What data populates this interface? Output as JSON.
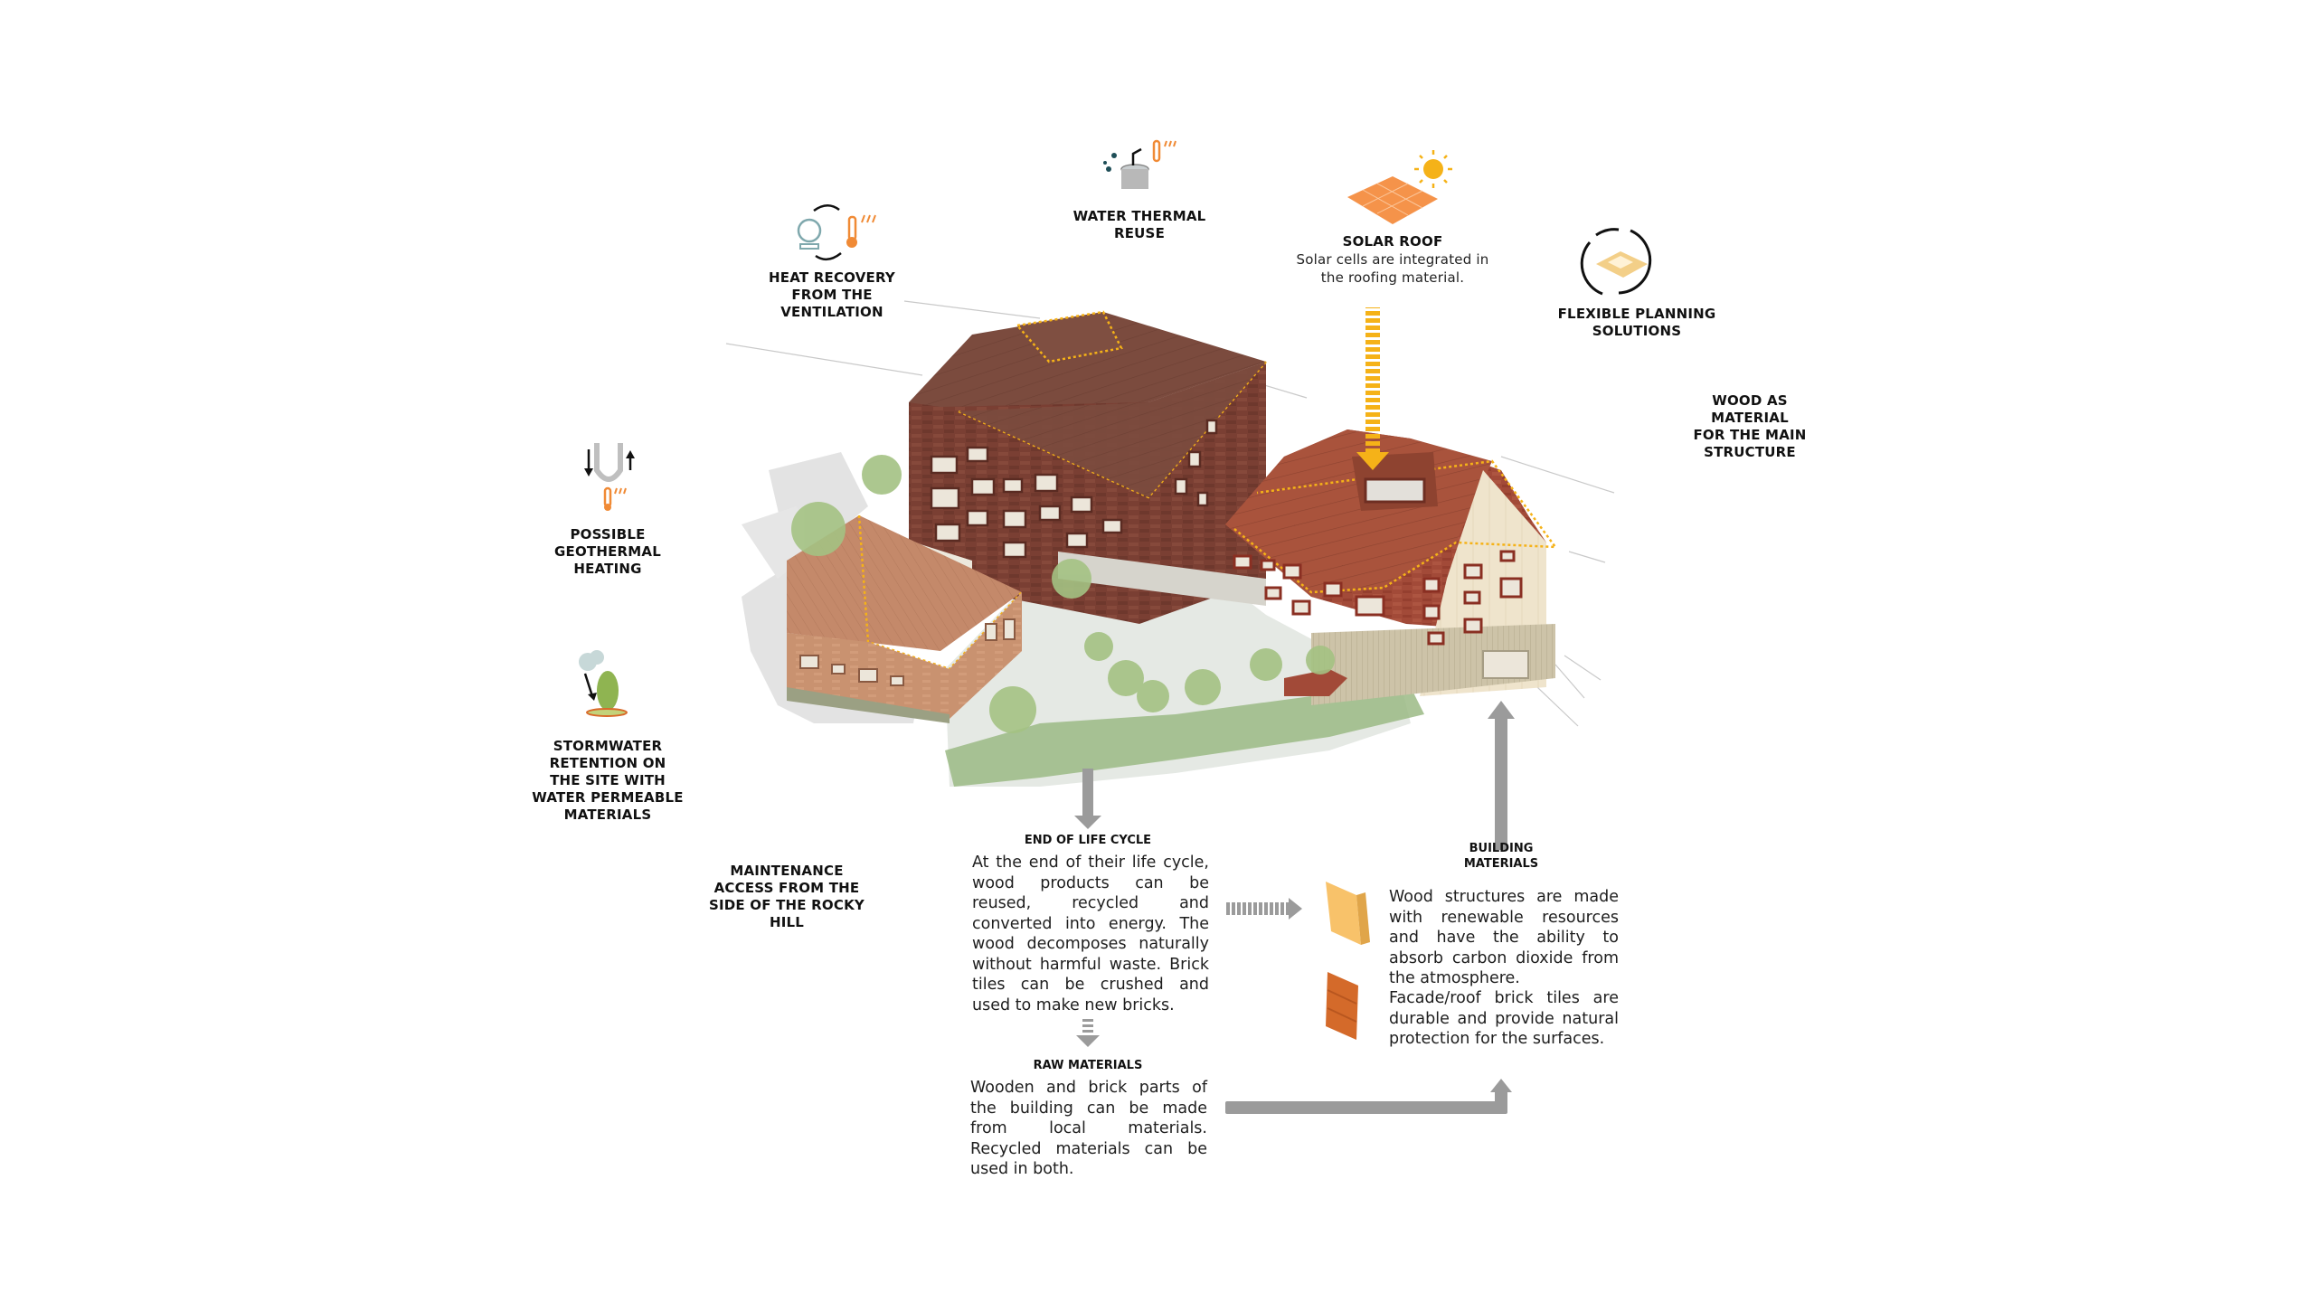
{
  "diagram": {
    "background": "#ffffff",
    "colors": {
      "brick_dark": "#7a3f33",
      "roof_dark": "#7b4b3e",
      "roof_red": "#a9533c",
      "roof_light_brick": "#c98e6e",
      "wood_cream": "#efe4cc",
      "accent_orange": "#f08a35",
      "accent_yellow": "#f5b218",
      "arrow_gray": "#9b9b9b",
      "vegetation": "#8fb07a",
      "ground": "#e4e8e4"
    }
  },
  "callouts": {
    "heat_recovery": {
      "icon": "fan-thermometer-cycle-icon",
      "lines": [
        "HEAT RECOVERY",
        "FROM THE",
        "VENTILATION"
      ]
    },
    "water_thermal": {
      "icon": "water-tank-thermometer-icon",
      "lines": [
        "WATER THERMAL",
        "REUSE"
      ]
    },
    "solar_roof": {
      "icon": "solar-panel-sun-icon",
      "title": "SOLAR ROOF",
      "desc_lines": [
        "Solar cells are integrated in",
        "the roofing material."
      ]
    },
    "flexible_planning": {
      "icon": "modular-floorplan-cycle-icon",
      "lines": [
        "FLEXIBLE PLANNING",
        "SOLUTIONS"
      ]
    },
    "wood_material": {
      "lines": [
        "WOOD AS",
        "MATERIAL",
        "FOR THE MAIN",
        "STRUCTURE"
      ]
    },
    "geothermal": {
      "icon": "geothermal-pipe-icon",
      "lines": [
        "POSSIBLE",
        "GEOTHERMAL",
        "HEATING"
      ]
    },
    "stormwater": {
      "icon": "rain-tree-icon",
      "lines": [
        "STORMWATER",
        "RETENTION ON",
        "THE SITE WITH",
        "WATER PERMEABLE",
        "MATERIALS"
      ]
    },
    "maintenance": {
      "lines": [
        "MAINTENANCE",
        "ACCESS FROM THE",
        "SIDE OF THE ROCKY",
        "HILL"
      ]
    }
  },
  "lifecycle": {
    "end_of_life": {
      "title": "END OF LIFE CYCLE",
      "text": "At the end of their life cycle, wood products can be reused, recycled and converted into energy. The wood decomposes naturally without harmful waste. Brick tiles can be crushed and used to make new bricks."
    },
    "raw_materials": {
      "title": "RAW MATERIALS",
      "text": "Wooden and brick parts of the building can be made from local materials. Recycled materials can be used in both."
    },
    "building_materials": {
      "title_lines": [
        "BUILDING",
        "MATERIALS"
      ],
      "items": [
        {
          "icon": "wood-panel-icon",
          "text": "Wood structures are made with renewable resources and have the ability to absorb carbon dioxide from the atmosphere."
        },
        {
          "icon": "brick-tile-icon",
          "text": "Facade/roof brick tiles are durable and provide natural protection for the surfaces."
        }
      ]
    }
  }
}
